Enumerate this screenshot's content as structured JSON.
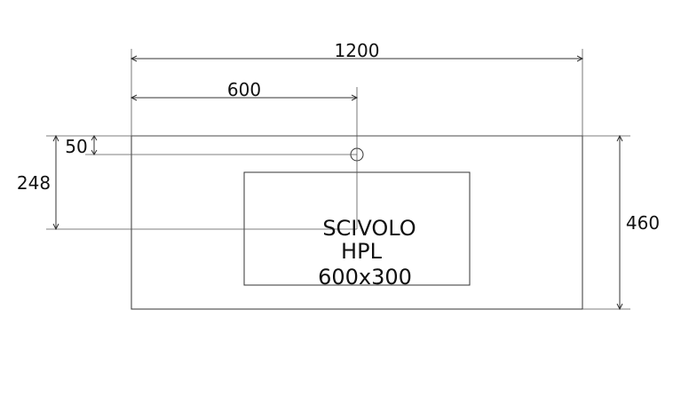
{
  "dimensions": {
    "total_width": "1200",
    "center_offset": "600",
    "hole_from_edge": "50",
    "sink_depth_offset": "248",
    "total_depth": "460"
  },
  "sink_label": {
    "line1": "SCIVOLO",
    "line2": "HPL",
    "line3": "600x300"
  },
  "colors": {
    "line": "#333333",
    "text": "#111111",
    "background": "#ffffff"
  }
}
